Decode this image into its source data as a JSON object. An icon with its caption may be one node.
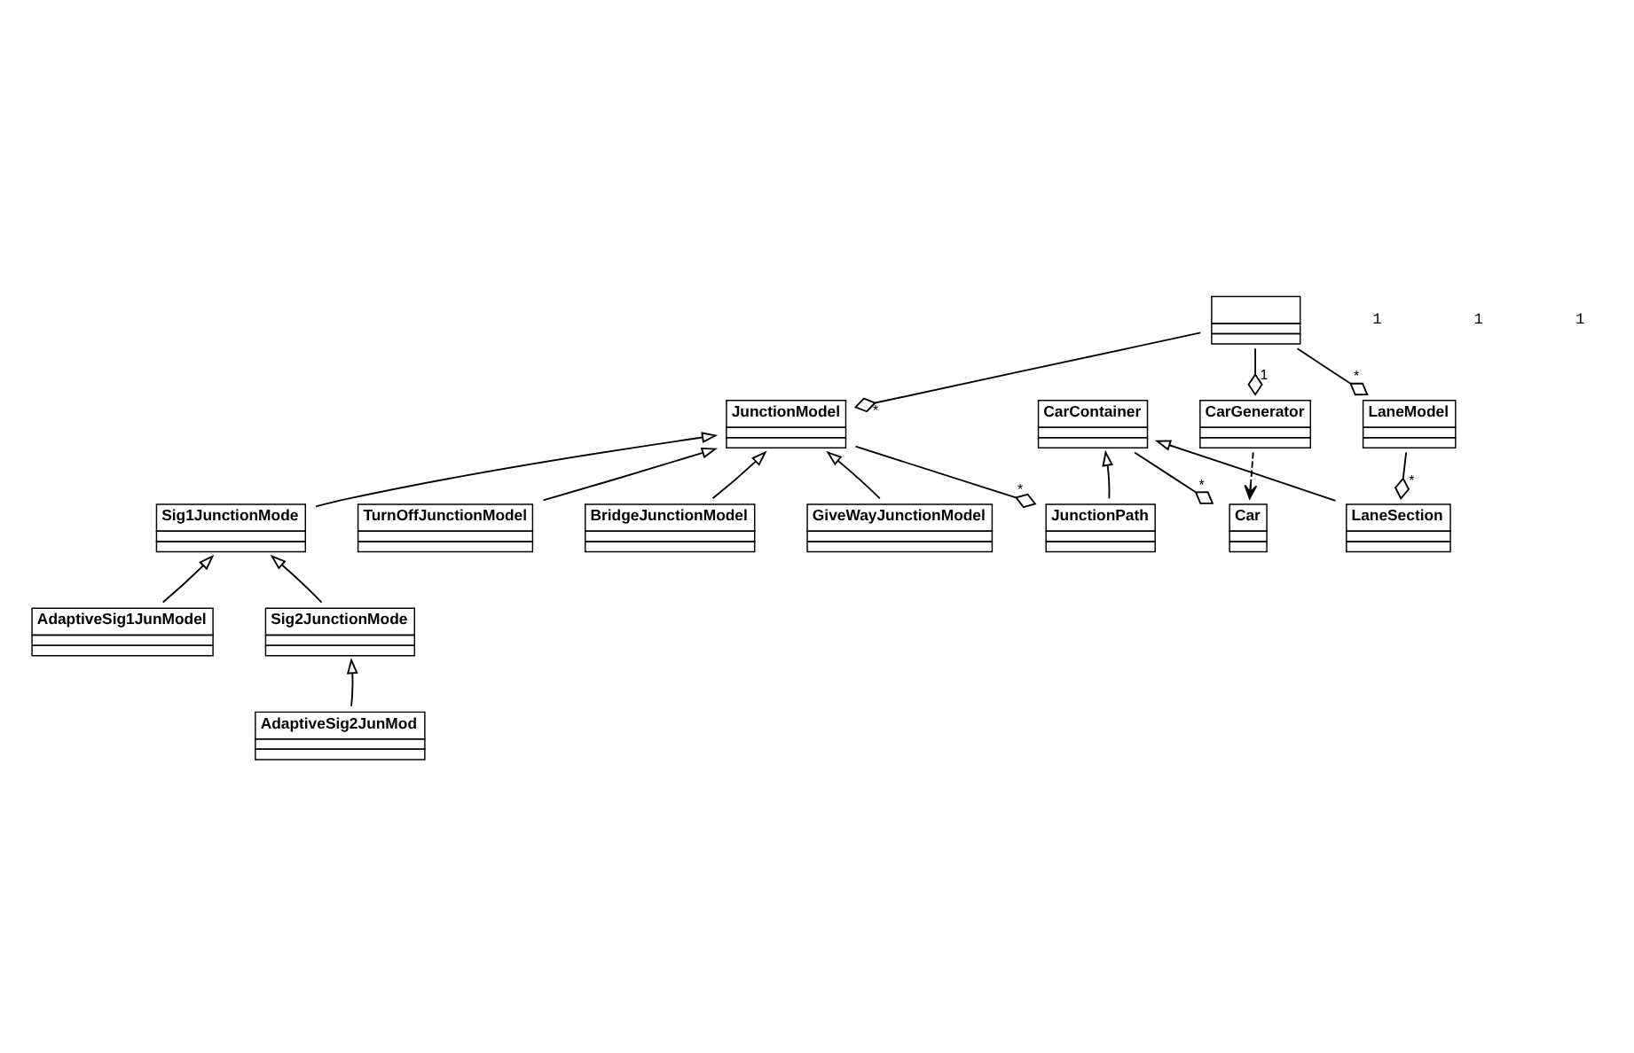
{
  "diagram": {
    "nodes": [
      {
        "text": [],
        "shape": "box"
      },
      {
        "text": [
          "CarGenerator"
        ]
      },
      {
        "text": [
          "LaneModel"
        ]
      },
      {
        "text": [
          "CarContainer"
        ]
      },
      {
        "text": [
          "Car"
        ]
      },
      {
        "text": [
          "LaneSection"
        ]
      },
      {
        "text": [
          "JunctionPath"
        ]
      },
      {
        "text": [
          "JunctionModel"
        ]
      },
      {
        "text": [
          "GiveWayJunctionModel"
        ]
      },
      {
        "text": [
          "Sig1JunctionMode"
        ]
      },
      {
        "text": [
          "TurnOffJunctionModel"
        ]
      },
      {
        "text": [
          "BridgeJunctionModel"
        ]
      },
      {
        "text": [
          "AdaptiveSig1JunModel"
        ]
      },
      {
        "text": [
          "Sig2JunctionMode"
        ]
      },
      {
        "text": [
          "AdaptiveSig2JunMod"
        ]
      }
    ],
    "edges": [
      {
        "from": 0,
        "to": 1,
        "arrow": "other",
        "label": "1"
      },
      {
        "from": 0,
        "to": 2,
        "arrow": "other",
        "label": "*"
      },
      {
        "from": 0,
        "to": 7,
        "arrow": "other",
        "label": "*"
      },
      {
        "from": 2,
        "to": 5,
        "arrow": "other",
        "label": "*"
      },
      {
        "from": 3,
        "to": 4,
        "arrow": "other",
        "label": "*"
      },
      {
        "from": 7,
        "to": 6,
        "arrow": "other",
        "label": "*"
      },
      {
        "from": 1,
        "to": 4,
        "arrow": "to",
        "style": "dashed"
      },
      {
        "from": 5,
        "to": 3,
        "arrow": "to"
      },
      {
        "from": 6,
        "to": 3,
        "arrow": "to"
      },
      {
        "from": 8,
        "to": 7,
        "arrow": "to"
      },
      {
        "from": 9,
        "to": 7,
        "arrow": "to"
      },
      {
        "from": 10,
        "to": 7,
        "arrow": "to"
      },
      {
        "from": 11,
        "to": 7,
        "arrow": "to"
      },
      {
        "from": 12,
        "to": 9,
        "arrow": "to"
      },
      {
        "from": 13,
        "to": 9,
        "arrow": "to"
      },
      {
        "from": 14,
        "to": 13,
        "arrow": "to"
      }
    ],
    "labels": [
      "1",
      "1",
      "1"
    ]
  }
}
